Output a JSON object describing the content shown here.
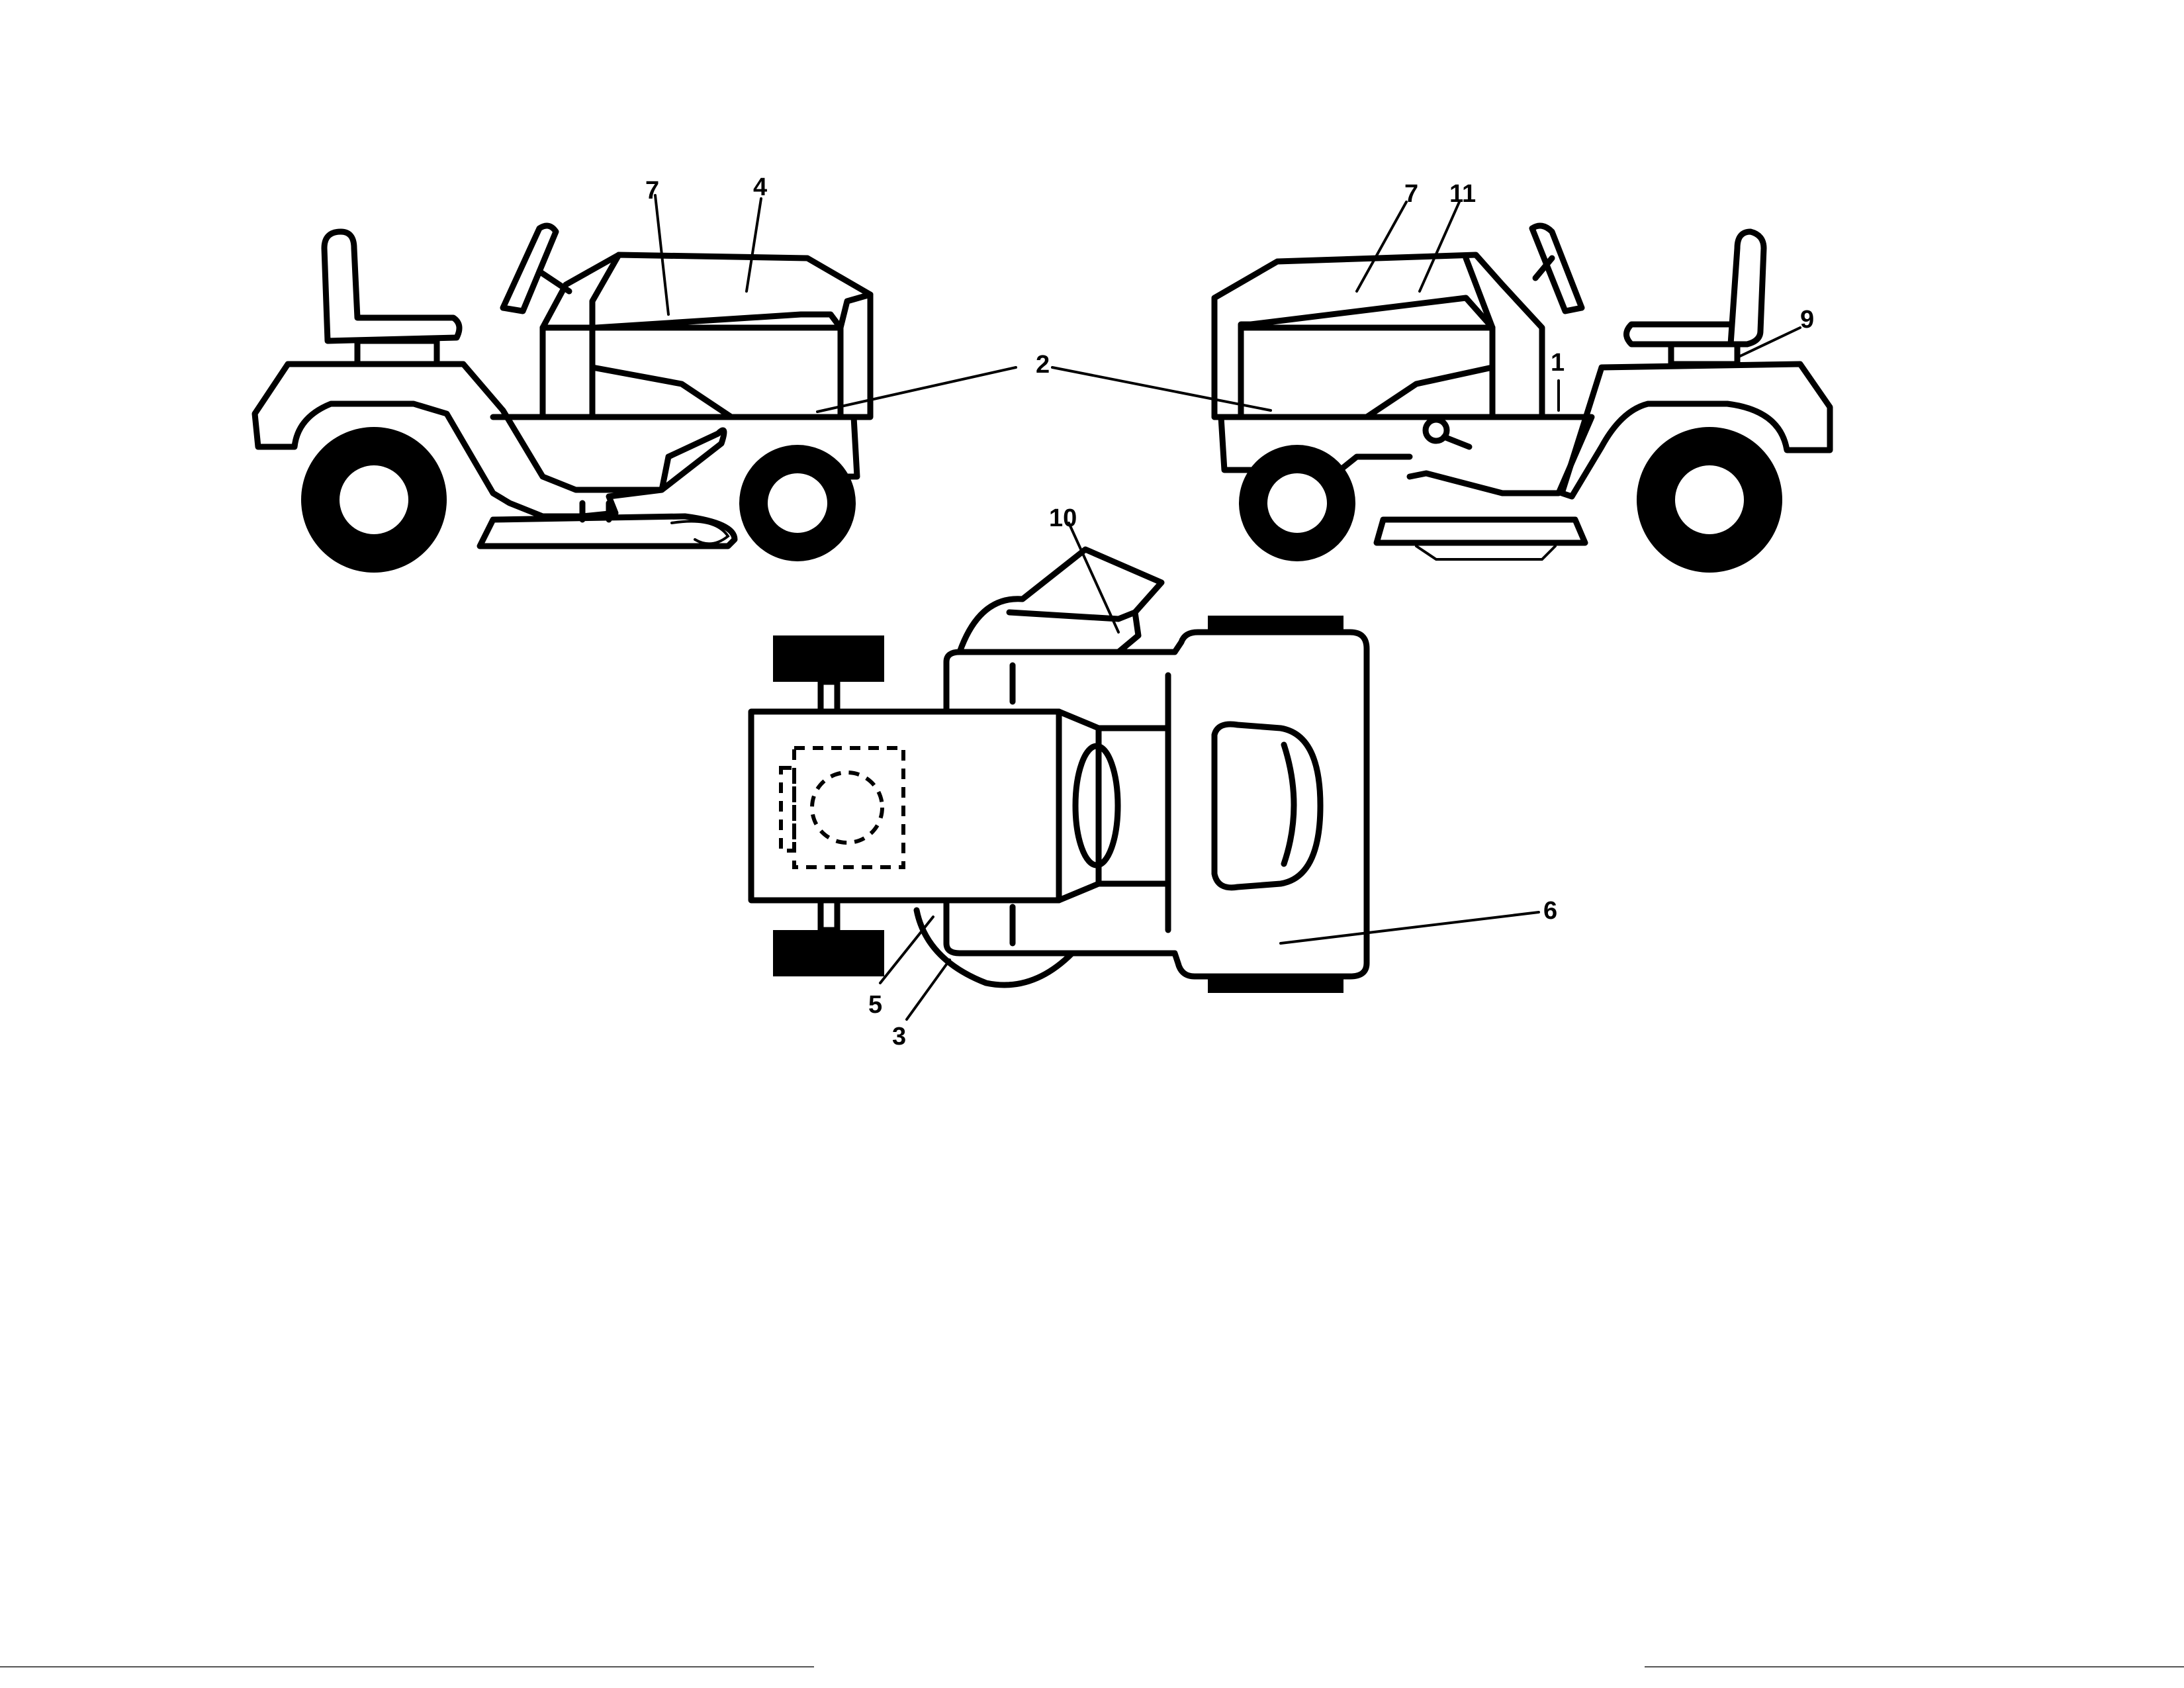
{
  "callouts": {
    "c1": "1",
    "c2": "2",
    "c3": "3",
    "c4": "4",
    "c5": "5",
    "c6": "6",
    "c7a": "7",
    "c7b": "7",
    "c9": "9",
    "c10": "10",
    "c11": "11"
  },
  "colors": {
    "line": "#000000",
    "background": "#ffffff"
  }
}
